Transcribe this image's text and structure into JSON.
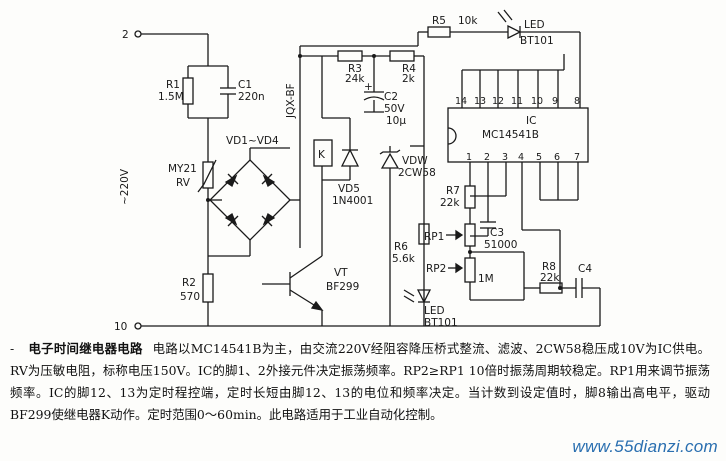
{
  "diagram": {
    "terminals": {
      "top": "2",
      "bottom": "10"
    },
    "supply_label": "~220V",
    "components": {
      "r1": {
        "name": "R1",
        "value": "1.5M"
      },
      "c1": {
        "name": "C1",
        "value": "220n"
      },
      "mv": {
        "name": "MY21",
        "sub": "RV"
      },
      "r2": {
        "name": "R2",
        "value": "570"
      },
      "bridge": {
        "name": "VD1~VD4"
      },
      "relay": {
        "name": "JQX-BF",
        "coil": "K"
      },
      "vd5": {
        "name": "VD5",
        "value": "1N4001"
      },
      "vt": {
        "name": "VT",
        "value": "BF299"
      },
      "r3": {
        "name": "R3",
        "value": "24k"
      },
      "r4": {
        "name": "R4",
        "value": "2k"
      },
      "r5": {
        "name": "R5",
        "value": "10k"
      },
      "c2": {
        "name": "C2",
        "value": "50V",
        "value2": "10μ"
      },
      "vdw": {
        "name": "VDW",
        "value": "2CW58"
      },
      "ic": {
        "name": "IC",
        "value": "MC14541B"
      },
      "led_top": {
        "name": "LED",
        "value": "BT101"
      },
      "led_bottom": {
        "name": "LED",
        "value": "BT101"
      },
      "r6": {
        "name": "R6",
        "value": "5.6k"
      },
      "r7": {
        "name": "R7",
        "value": "22k"
      },
      "rp1": {
        "name": "RP1"
      },
      "rp2": {
        "name": "RP2",
        "value": "1M"
      },
      "c3": {
        "name": "C3",
        "value": "51000"
      },
      "r8": {
        "name": "R8",
        "value": "22k"
      },
      "c4": {
        "name": "C4"
      }
    },
    "ic_pins_top": [
      "14",
      "13",
      "12",
      "11",
      "10",
      "9",
      "8"
    ],
    "ic_pins_bottom": [
      "1",
      "2",
      "3",
      "4",
      "5",
      "6",
      "7"
    ]
  },
  "caption": {
    "dash": "-",
    "title": "电子时间继电器电路",
    "body": "电路以MC14541B为主，由交流220V经阻容降压桥式整流、滤波、2CW58稳压成10V为IC供电。RV为压敏电阻，标称电压150V。IC的脚1、2外接元件决定振荡频率。RP2≥RP1 10倍时振荡周期较稳定。RP1用来调节振荡频率。IC的脚12、13为定时程控端，定时长短由脚12、13的电位和频率决定。当计数到设定值时，脚8输出高电平，驱动BF299使继电器K动作。定时范围0～60min。此电路适用于工业自动化控制。"
  },
  "watermark": "www.55dianzi.com"
}
